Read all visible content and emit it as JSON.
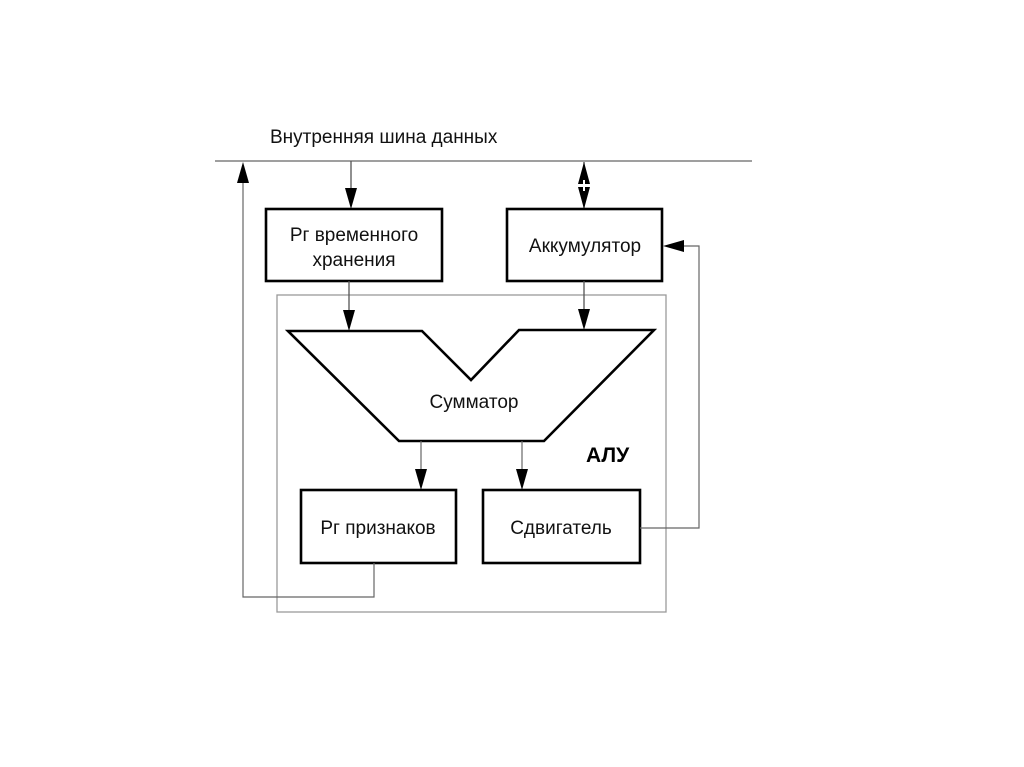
{
  "diagram": {
    "title": "Внутренняя шина данных",
    "alu_label": "АЛУ",
    "blocks": {
      "temp_register": {
        "line1": "Рг временного",
        "line2": "хранения"
      },
      "accumulator": {
        "label": "Аккумулятор"
      },
      "adder": {
        "label": "Сумматор"
      },
      "flags_register": {
        "label": "Рг признаков"
      },
      "shifter": {
        "label": "Сдвигатель"
      }
    },
    "connections": [
      {
        "from": "internal_data_bus",
        "to": "temp_register",
        "direction": "one-way"
      },
      {
        "from": "internal_data_bus",
        "to": "accumulator",
        "direction": "two-way"
      },
      {
        "from": "temp_register",
        "to": "adder",
        "direction": "one-way"
      },
      {
        "from": "accumulator",
        "to": "adder",
        "direction": "one-way"
      },
      {
        "from": "adder",
        "to": "flags_register",
        "direction": "one-way"
      },
      {
        "from": "adder",
        "to": "shifter",
        "direction": "one-way"
      },
      {
        "from": "shifter",
        "to": "accumulator",
        "direction": "one-way"
      },
      {
        "from": "flags_register",
        "to": "internal_data_bus",
        "direction": "one-way"
      }
    ]
  }
}
